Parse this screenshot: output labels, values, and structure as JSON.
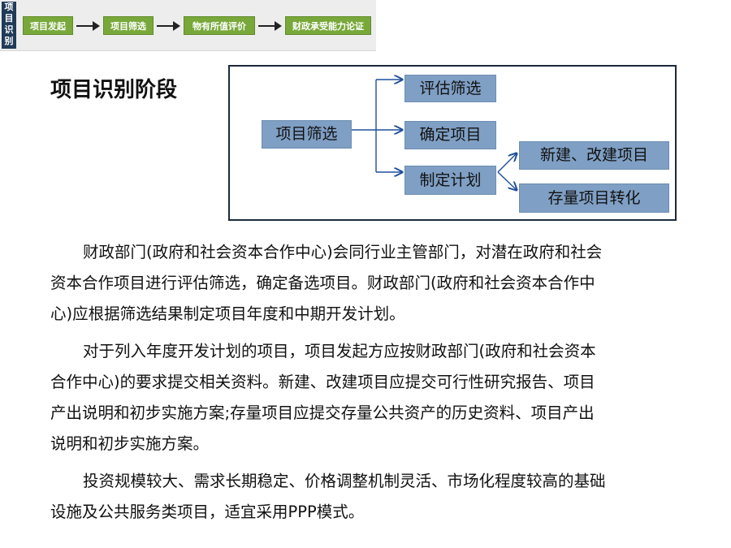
{
  "topbar": {
    "stage_tag": "项目识别",
    "steps": [
      "项目发起",
      "项目筛选",
      "物有所值评价",
      "财政承受能力论证"
    ]
  },
  "page_title": "项目识别阶段",
  "diagram": {
    "root": "项目筛选",
    "branches": [
      "评估筛选",
      "确定项目",
      "制定计划"
    ],
    "sub_branches": [
      "新建、改建项目",
      "存量项目转化"
    ]
  },
  "paragraphs": [
    [
      "财政部门(政府和社会资本合作中心)会同行业主管部门，对潜在政府和社会",
      "资本合作项目进行评估筛选，确定备选项目。财政部门(政府和社会资本合作中",
      "心)应根据筛选结果制定项目年度和中期开发计划。"
    ],
    [
      "对于列入年度开发计划的项目，项目发起方应按财政部门(政府和社会资本",
      "合作中心)的要求提交相关资料。新建、改建项目应提交可行性研究报告、项目",
      "产出说明和初步实施方案;存量项目应提交存量公共资产的历史资料、项目产出",
      "说明和初步实施方案。"
    ],
    [
      "投资规模较大、需求长期稳定、价格调整机制灵活、市场化程度较高的基础",
      "设施及公共服务类项目，适宜采用PPP模式。"
    ]
  ],
  "colors": {
    "step_green": "#78a83a",
    "node_blue": "#7f9fc4",
    "stage_navy": "#1f3b57"
  }
}
